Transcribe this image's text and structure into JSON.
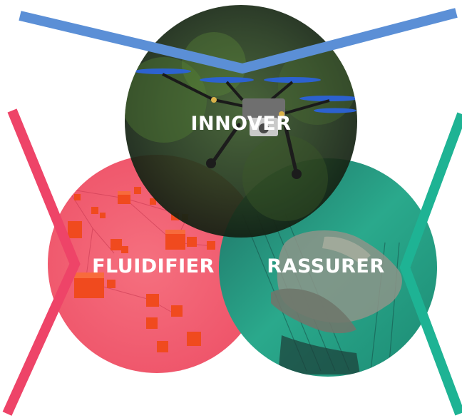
{
  "circles": [
    {
      "key": "innover",
      "label": "INNOVER",
      "color": "#1b2a1a",
      "line_color": "#5b8fd6",
      "subject": "drone"
    },
    {
      "key": "fluidifier",
      "label": "FLUIDIFIER",
      "color": "#f0596e",
      "line_color": "#ee4468",
      "subject": "network-of-cubes"
    },
    {
      "key": "rassurer",
      "label": "RASSURER",
      "color": "#22a88a",
      "line_color": "#1eb394",
      "subject": "handshake"
    }
  ]
}
